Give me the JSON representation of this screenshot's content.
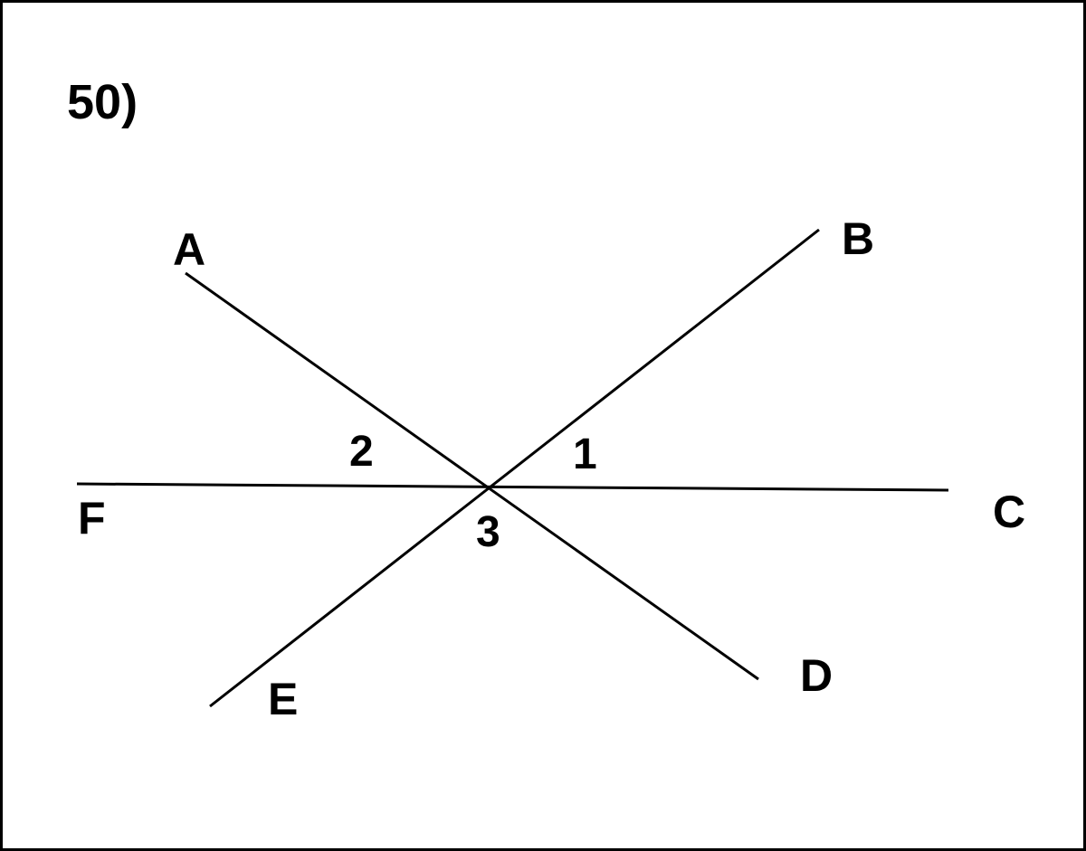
{
  "problem_number": "50)",
  "points": {
    "A": "A",
    "B": "B",
    "C": "C",
    "D": "D",
    "E": "E",
    "F": "F"
  },
  "angles": {
    "one": "1",
    "two": "2",
    "three": "3"
  },
  "colors": {
    "stroke": "#000000",
    "background": "#ffffff"
  }
}
